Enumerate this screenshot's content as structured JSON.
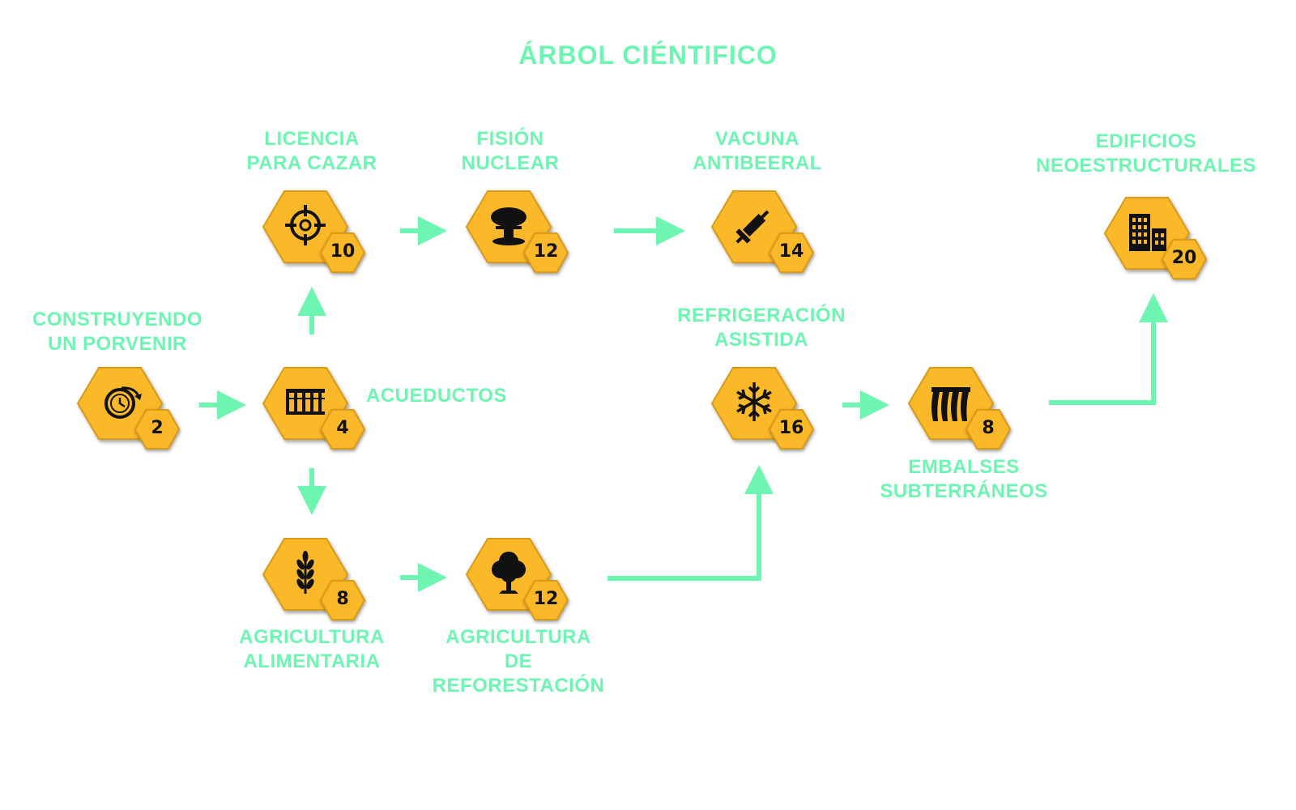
{
  "title": "ÁRBOL CIÉNTIFICO",
  "nodes": [
    {
      "id": "construyendo",
      "label": [
        "CONSTRUYENDO",
        "UN PORVENIR"
      ],
      "cost": "2",
      "icon": "clock-arrow-icon"
    },
    {
      "id": "acueductos",
      "label": [
        "ACUEDUCTOS"
      ],
      "cost": "4",
      "icon": "aqueduct-icon"
    },
    {
      "id": "licencia",
      "label": [
        "LICENCIA",
        "PARA CAZAR"
      ],
      "cost": "10",
      "icon": "crosshair-icon"
    },
    {
      "id": "fision",
      "label": [
        "FISIÓN",
        "NUCLEAR"
      ],
      "cost": "12",
      "icon": "mushroom-cloud-icon"
    },
    {
      "id": "vacuna",
      "label": [
        "VACUNA",
        "ANTIBEERAL"
      ],
      "cost": "14",
      "icon": "syringe-icon"
    },
    {
      "id": "agri_alim",
      "label": [
        "AGRICULTURA",
        "ALIMENTARIA"
      ],
      "cost": "8",
      "icon": "wheat-icon"
    },
    {
      "id": "agri_refo",
      "label": [
        "AGRICULTURA",
        "DE",
        "REFORESTACIÓN"
      ],
      "cost": "12",
      "icon": "tree-icon"
    },
    {
      "id": "refrigeracion",
      "label": [
        "REFRIGERACIÓN",
        "ASISTIDA"
      ],
      "cost": "16",
      "icon": "snowflake-icon"
    },
    {
      "id": "embalses",
      "label": [
        "EMBALSES",
        "SUBTERRÁNEOS"
      ],
      "cost": "8",
      "icon": "dam-icon"
    },
    {
      "id": "edificios",
      "label": [
        "EDIFICIOS",
        "NEOESTRUCTURALES"
      ],
      "cost": "20",
      "icon": "building-icon"
    }
  ],
  "edges": [
    [
      "construyendo",
      "acueductos"
    ],
    [
      "acueductos",
      "licencia"
    ],
    [
      "acueductos",
      "agri_alim"
    ],
    [
      "licencia",
      "fision"
    ],
    [
      "fision",
      "vacuna"
    ],
    [
      "agri_alim",
      "agri_refo"
    ],
    [
      "agri_refo",
      "refrigeracion"
    ],
    [
      "refrigeracion",
      "embalses"
    ],
    [
      "embalses",
      "edificios"
    ]
  ],
  "colors": {
    "accent": "#6ef5b2",
    "hex_fill": "#fbb829",
    "hex_stroke": "#d99a16",
    "icon": "#111111"
  }
}
